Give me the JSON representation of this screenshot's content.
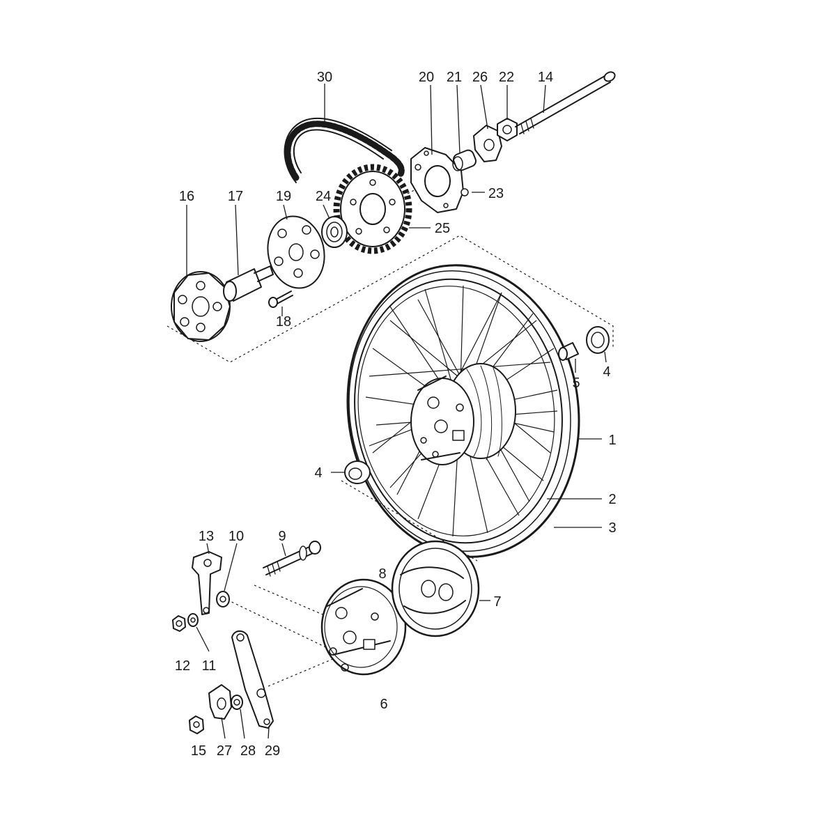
{
  "labels": {
    "l1": "1",
    "l2": "2",
    "l3": "3",
    "l4a": "4",
    "l4b": "4",
    "l5": "5",
    "l6": "6",
    "l7": "7",
    "l8": "8",
    "l9": "9",
    "l10": "10",
    "l11": "11",
    "l12": "12",
    "l13": "13",
    "l14": "14",
    "l15": "15",
    "l16": "16",
    "l17": "17",
    "l18": "18",
    "l19": "19",
    "l20": "20",
    "l21": "21",
    "l22": "22",
    "l23": "23",
    "l24": "24",
    "l25": "25",
    "l26": "26",
    "l27": "27",
    "l28": "28",
    "l29": "29",
    "l30": "30"
  },
  "colors": {
    "ink": "#1a1a1a",
    "background": "#ffffff"
  }
}
